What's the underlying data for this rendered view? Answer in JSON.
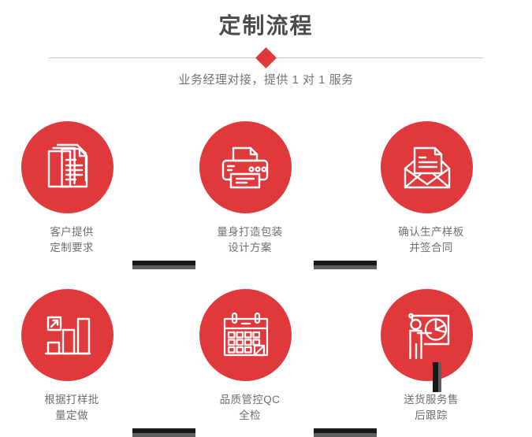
{
  "header": {
    "title": "定制流程",
    "subtitle": "业务经理对接，提供 1 对 1 服务",
    "title_color": "#4c4c4c",
    "subtitle_color": "#737373",
    "divider_color": "#c9c9c9",
    "diamond_color": "#e0393b"
  },
  "theme": {
    "accent_red": "#e0393b",
    "connector_dark": "#191919",
    "connector_shadow": "#5e5e5e",
    "caption_color": "#6e6e6e",
    "background": "#ffffff"
  },
  "steps": [
    {
      "index": 1,
      "icon": "documents-stack-icon",
      "caption_line1": "客户提供",
      "caption_line2": "定制要求"
    },
    {
      "index": 2,
      "icon": "printer-icon",
      "caption_line1": "量身打造包装",
      "caption_line2": "设计方案"
    },
    {
      "index": 3,
      "icon": "envelope-letter-icon",
      "caption_line1": "确认生产样板",
      "caption_line2": "并签合同"
    },
    {
      "index": 4,
      "icon": "bar-chart-growth-icon",
      "caption_line1": "根据打样批",
      "caption_line2": "量定做"
    },
    {
      "index": 5,
      "icon": "calendar-check-icon",
      "caption_line1": "品质管控QC",
      "caption_line2": "全检"
    },
    {
      "index": 6,
      "icon": "presentation-pie-chart-icon",
      "caption_line1": "送货服务售",
      "caption_line2": "后跟踪"
    }
  ],
  "connectors": {
    "horizontal_count": 4,
    "vertical_count": 1
  }
}
